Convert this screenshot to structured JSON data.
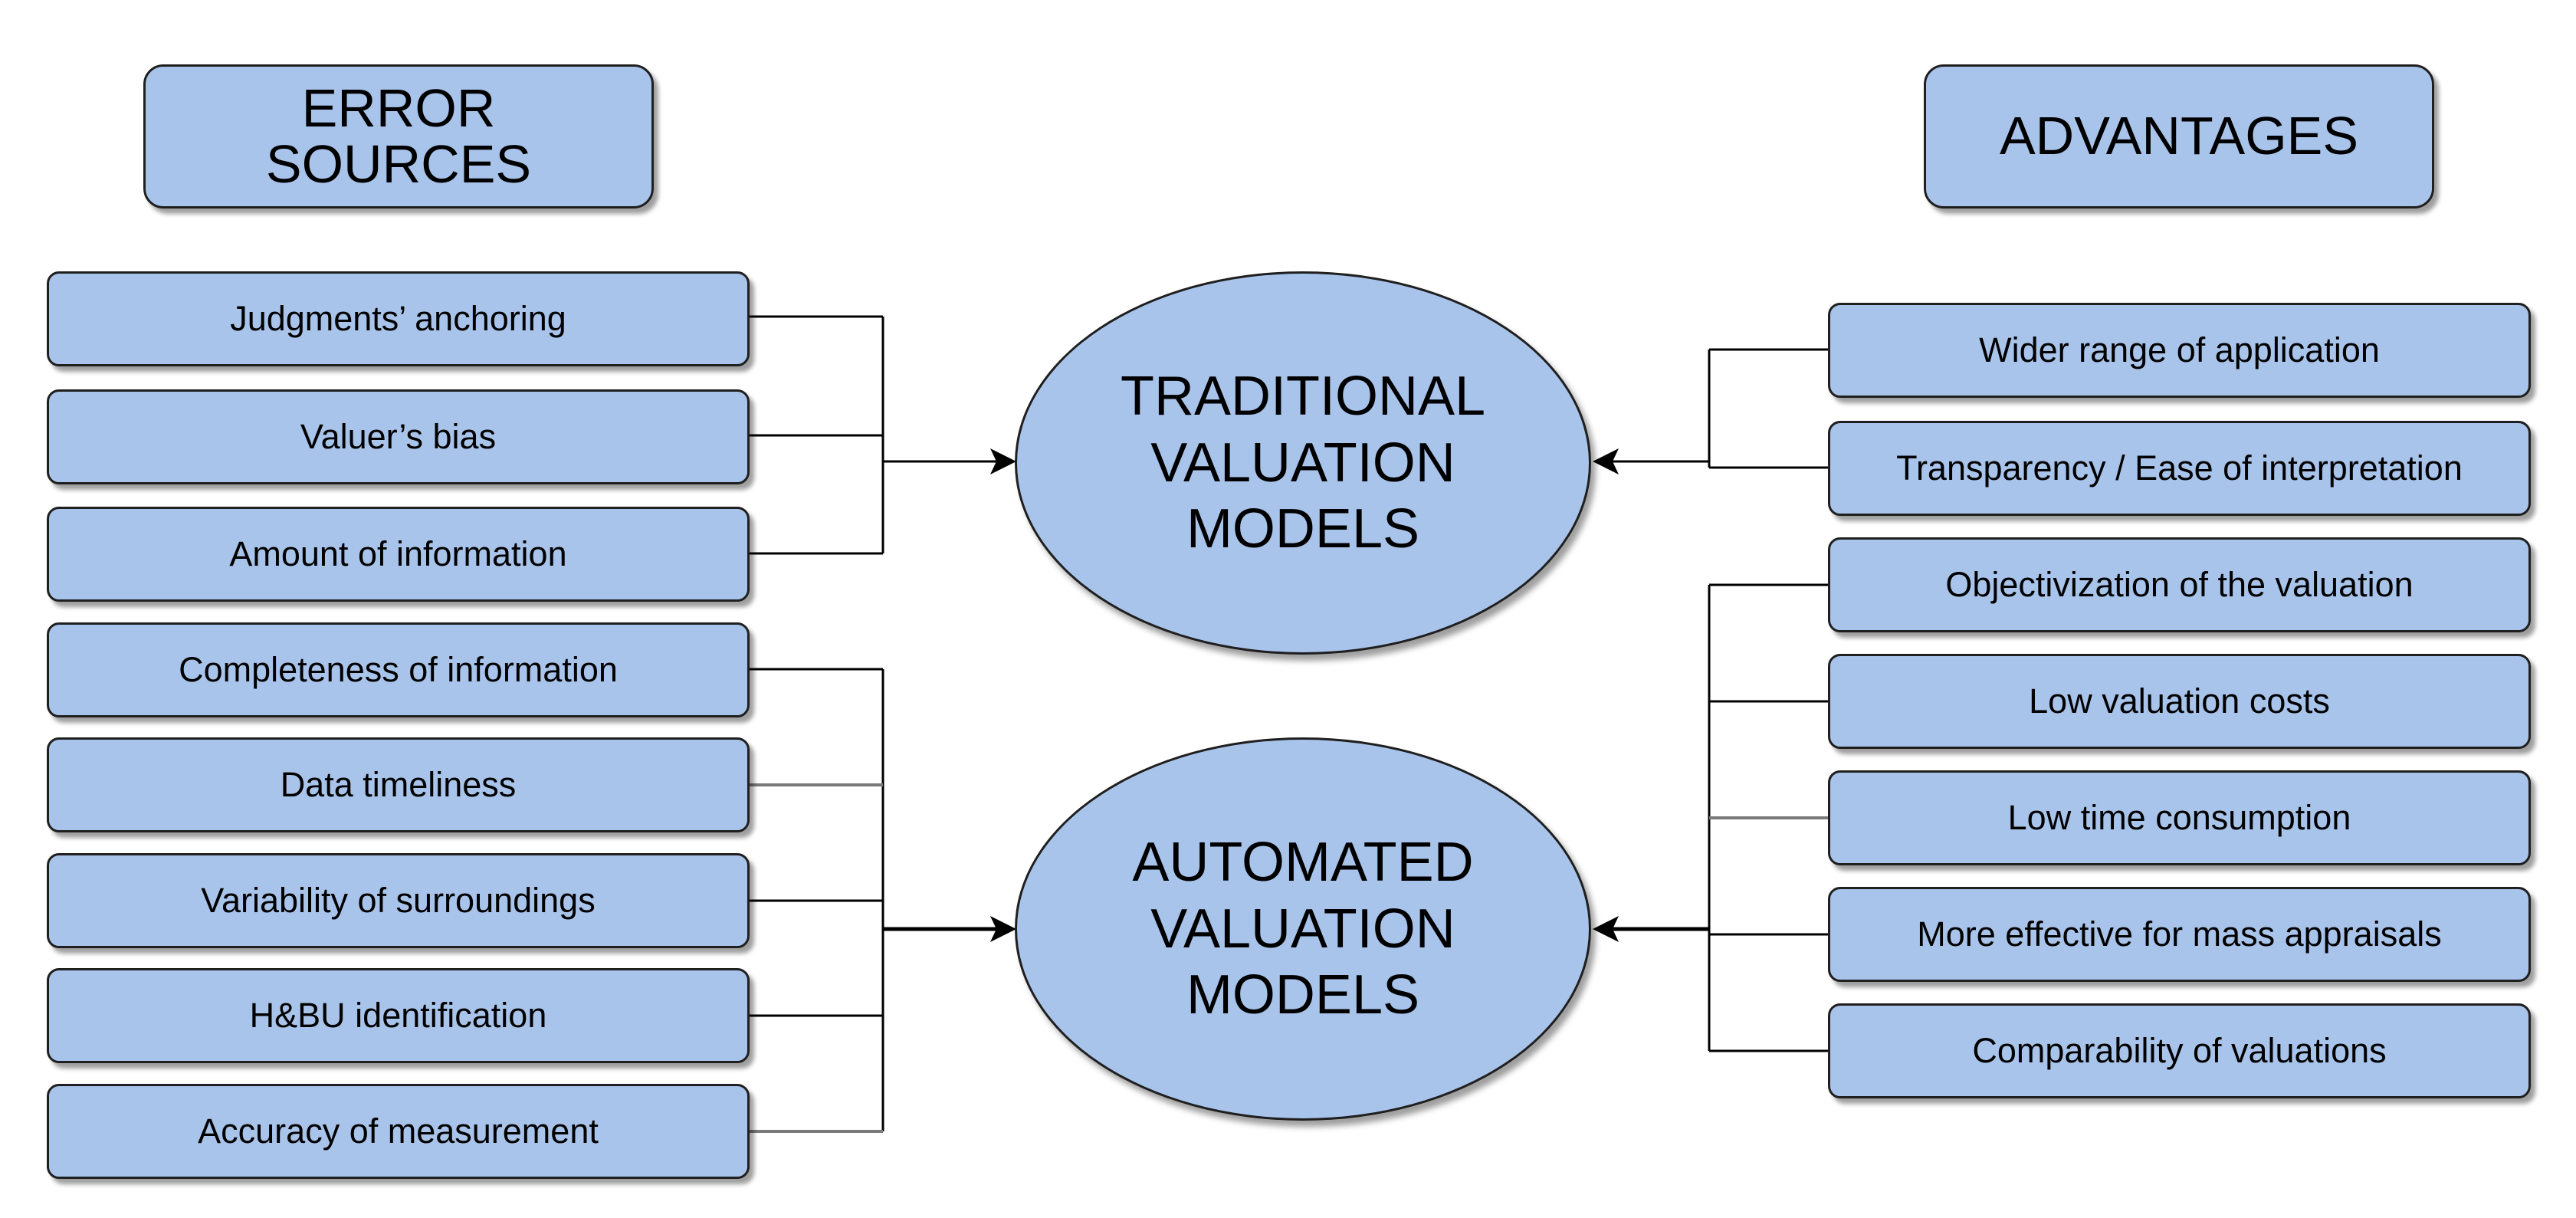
{
  "headers": {
    "error_sources": "ERROR\nSOURCES",
    "advantages": "ADVANTAGES"
  },
  "models": {
    "traditional": "TRADITIONAL\nVALUATION\nMODELS",
    "automated": "AUTOMATED\nVALUATION\nMODELS"
  },
  "error_sources": {
    "traditional": [
      "Judgments’ anchoring",
      "Valuer’s bias",
      "Amount of information"
    ],
    "automated": [
      "Completeness of information",
      "Data timeliness",
      "Variability of surroundings",
      "H&BU identification",
      "Accuracy of measurement"
    ]
  },
  "advantages": {
    "traditional": [
      "Wider range of application",
      "Transparency / Ease of interpretation"
    ],
    "automated": [
      "Objectivization of the valuation",
      "Low valuation costs",
      "Low time consumption",
      "More effective for mass appraisals",
      "Comparability of valuations"
    ]
  },
  "colors": {
    "fill": "#a9c4eb",
    "stroke": "#1f1f1f"
  }
}
